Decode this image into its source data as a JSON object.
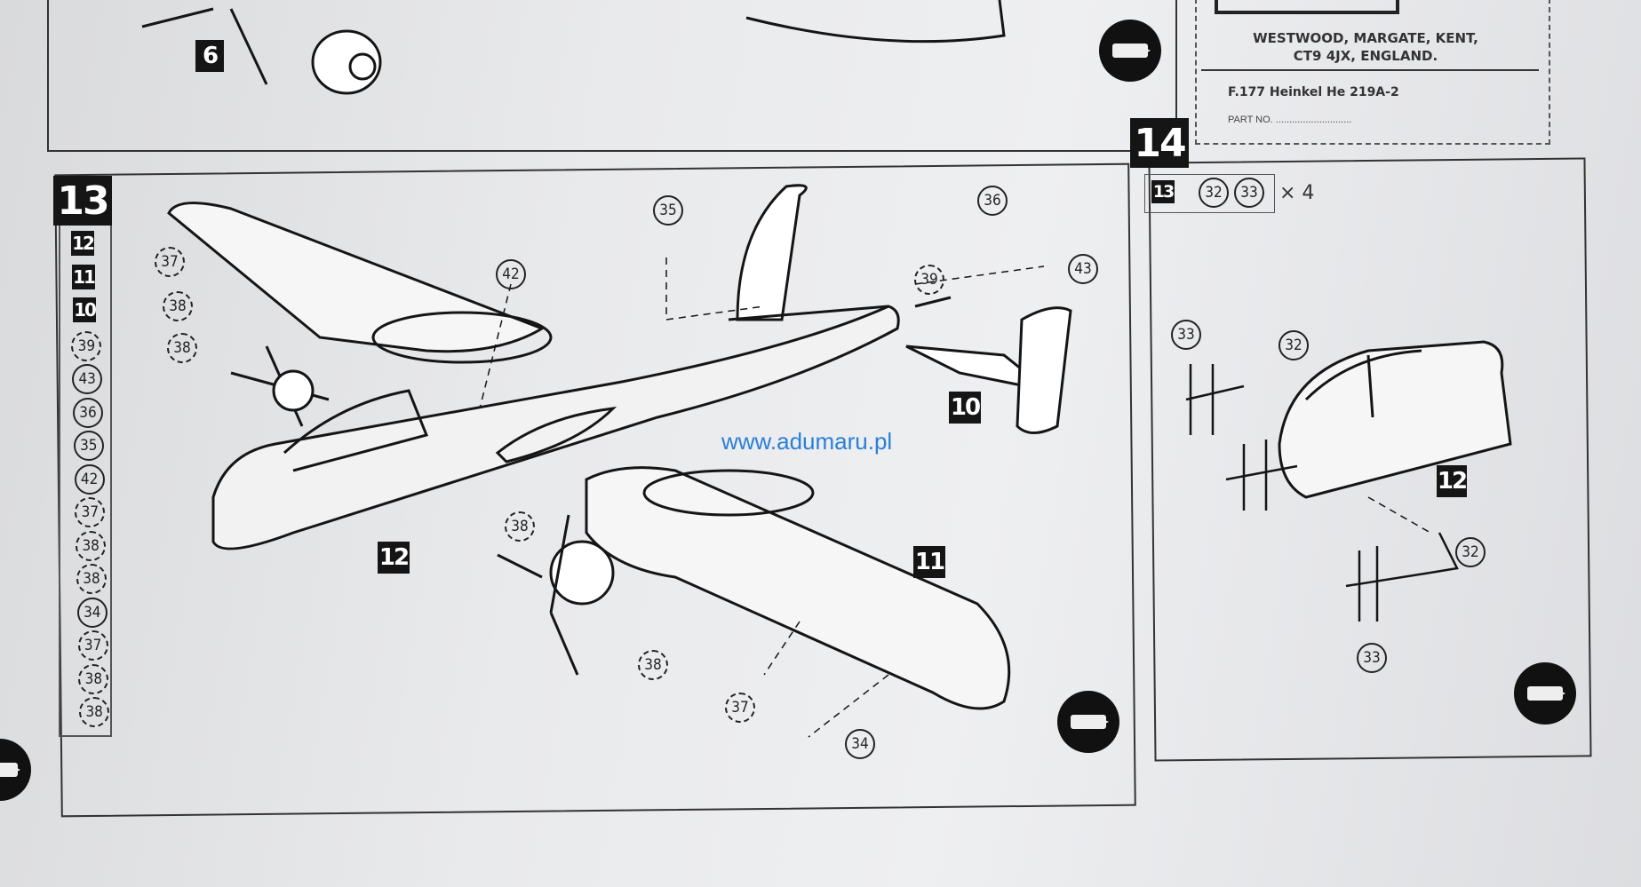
{
  "header": {
    "address_line1": "WESTWOOD, MARGATE, KENT,",
    "address_line2": "CT9 4JX, ENGLAND.",
    "kit_name": "F.177 Heinkel He 219A-2",
    "part_no_label": "PART NO. ............................"
  },
  "step6": {
    "number": "6"
  },
  "step13": {
    "number": "13",
    "parts_list": [
      "12",
      "11",
      "10",
      "39",
      "43",
      "36",
      "35",
      "42",
      "37",
      "38",
      "38",
      "34",
      "37",
      "38",
      "38"
    ],
    "parts_list_dashed": [
      false,
      false,
      false,
      true,
      false,
      false,
      false,
      false,
      true,
      true,
      true,
      false,
      true,
      true,
      true
    ],
    "assembly_badges": {
      "fuselage": "12",
      "wing": "11",
      "tail": "10"
    },
    "callouts": [
      "35",
      "36",
      "42",
      "39",
      "43",
      "37",
      "38",
      "38",
      "38",
      "38",
      "37",
      "34"
    ]
  },
  "step14": {
    "number": "14",
    "prereq_step": "13",
    "prereq_parts": [
      "32",
      "33"
    ],
    "multiplier": "× 4",
    "badge": "12",
    "callouts": [
      "33",
      "32",
      "32",
      "33"
    ]
  },
  "watermark": "www.adumaru.pl",
  "colors": {
    "watermark": "#2a7fd8",
    "ink": "#151515",
    "paper": "#e9eaec"
  }
}
